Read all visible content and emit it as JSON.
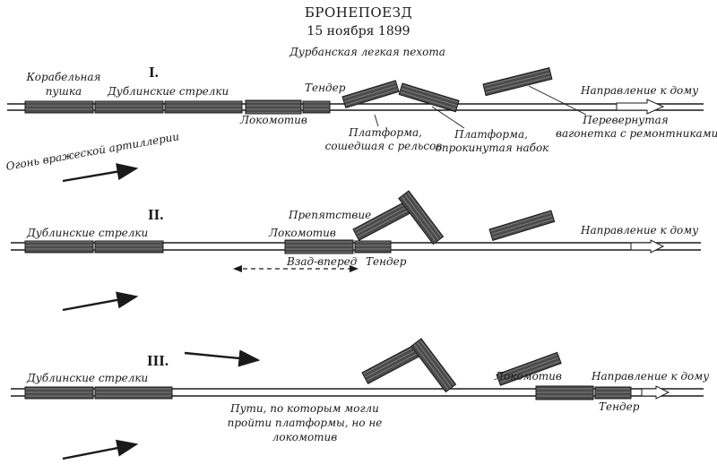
{
  "title": "БРОНЕПОЕЗД",
  "date": "15 ноября 1899",
  "subtitle": "Дурбанская легкая пехота",
  "panel1": {
    "number": "I.",
    "gun_line1": "Корабельная",
    "gun_line2": "пушка",
    "dublin": "Дублинские стрелки",
    "locomotive": "Локомотив",
    "tender": "Тендер",
    "platform_derailed_1": "Платформа,",
    "platform_derailed_2": "сошедшая с рельсов",
    "platform_tipped_1": "Платформа,",
    "platform_tipped_2": "опрокинутая набок",
    "overturned_1": "Перевернутая",
    "overturned_2": "вагонетка с ремонтниками",
    "direction_home": "Направление к дому",
    "enemy_fire": "Огонь вражеской артиллерии"
  },
  "panel2": {
    "number": "II.",
    "dublin": "Дублинские стрелки",
    "obstacle": "Препятствие",
    "locomotive": "Локомотив",
    "tender": "Тендер",
    "back_forth": "Взад-вперед",
    "direction_home": "Направление к дому"
  },
  "panel3": {
    "number": "III.",
    "dublin": "Дублинские стрелки",
    "locomotive": "Локомотив",
    "direction_home": "Направление к дому",
    "tender": "Тендер",
    "tracks_1": "Пути, по которым могли",
    "tracks_2": "пройти платформы, но не",
    "tracks_3": "локомотив"
  },
  "colors": {
    "ink": "#1a1a1a",
    "car_fill": "#4a4a4a",
    "car_stripe": "#8a8a8a"
  }
}
